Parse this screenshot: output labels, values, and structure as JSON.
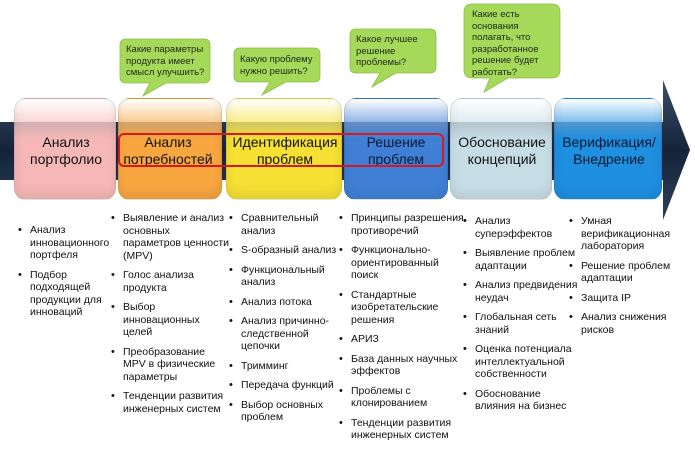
{
  "stages": [
    {
      "label": "Анализ портфолио",
      "color": "#f6b8b6",
      "question": ""
    },
    {
      "label": "Анализ потребностей",
      "color": "#f7a640",
      "question": "Какие параметры продукта имеет смысл улучшить?"
    },
    {
      "label": "Идентификация проблем",
      "color": "#f6e033",
      "question": "Какую проблему нужно решить?"
    },
    {
      "label": "Решение проблем",
      "color": "#3f80d6",
      "question": "Какое лучшее решение проблемы?"
    },
    {
      "label": "Обоснование концепций",
      "color": "#c7dde6",
      "question": "Какие есть основания полагать, что разработанное решение будет работать?"
    },
    {
      "label": "Верификация/ Внедрение",
      "color": "#1f8fe0",
      "question": ""
    }
  ],
  "columns": [
    [
      "Анализ инновационного портфеля",
      "Подбор подходящей продукции для инноваций"
    ],
    [
      "Выявление и анализ основных параметров ценности (MPV)",
      "Голос анализа продукта",
      "Выбор инновационных целей",
      "Преобразование MPV в физические параметры",
      "Тенденции развития инженерных систем"
    ],
    [
      "Сравнительный анализ",
      "S-образный анализ",
      "Функциональный анализ",
      "Анализ потока",
      "Анализ причинно-следственной цепочки",
      "Тримминг",
      "Передача функций",
      "Выбор основных проблем"
    ],
    [
      "Принципы разрешения противоречий",
      "Функционально-ориентированный поиск",
      "Стандартные изобретательские решения",
      "АРИЗ",
      "База данных научных эффектов",
      "Проблемы с клонированием",
      "Тенденции развития инженерных систем"
    ],
    [
      "Анализ суперэффектов",
      "Выявление проблем адаптации",
      "Анализ предвидения неудач",
      "Глобальная сеть знаний",
      "Оценка потенциала интеллектуальной собственности",
      "Обоснование влияния на бизнес"
    ],
    [
      "Умная верификационная лаборатория",
      "Решение проблем адаптации",
      "Защита IP",
      "Анализ снижения рисков"
    ]
  ],
  "colors": {
    "arrow_band": "#1f2f44",
    "highlight_frame": "#d8181c",
    "bubble": "#a6d85a"
  }
}
